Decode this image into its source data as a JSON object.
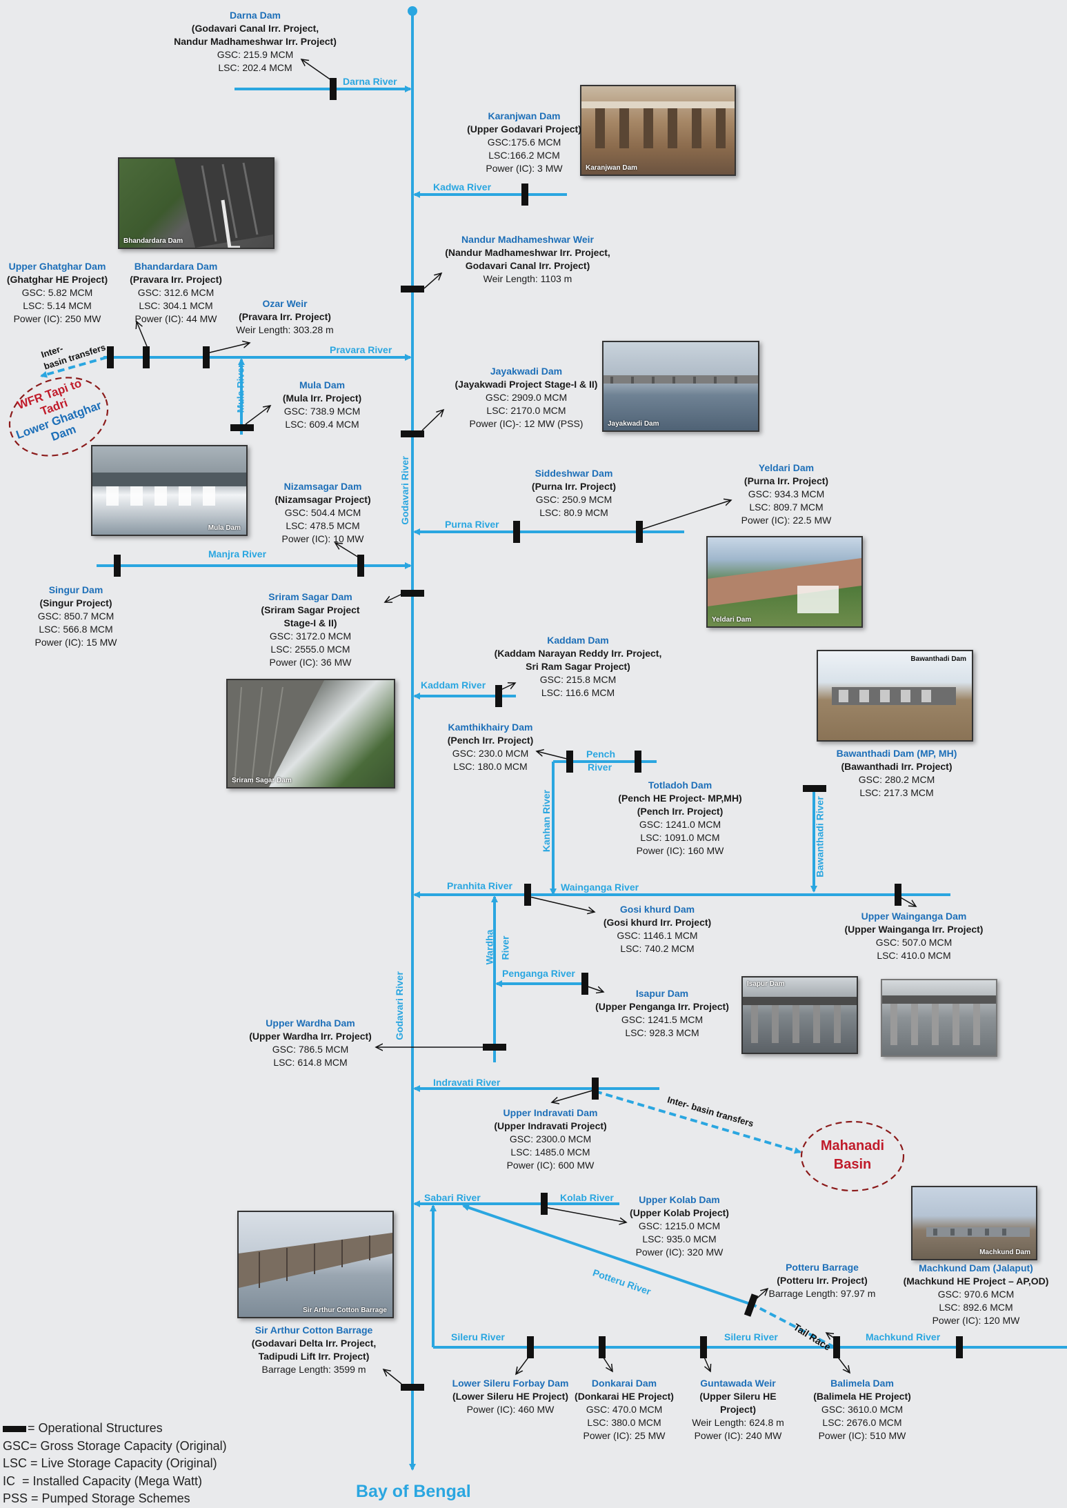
{
  "colors": {
    "river": "#2aa6e0",
    "title": "#1d6fb8",
    "basin_red": "#b0182a",
    "structure": "#111111"
  },
  "main_river": "Godavari River",
  "main_river_lower": "Godavari  River",
  "outlet": "Bay of Bengal",
  "rivers": {
    "darna": "Darna River",
    "kadwa": "Kadwa River",
    "pravara": "Pravara River",
    "mula": "Mula River",
    "purna": "Purna River",
    "manjra": "Manjra River",
    "kaddam": "Kaddam River",
    "pench_a": "Pench",
    "pench_b": "River",
    "kanhan": "Kanhan River",
    "bawanthadi": "Bawanthadi River",
    "pranhita": "Pranhita River",
    "wainganga": "Wainganga  River",
    "wardha_a": "Wardha",
    "wardha_b": "River",
    "penganga": "Penganga River",
    "indravati": "Indravati River",
    "sabari": "Sabari River",
    "kolab": "Kolab River",
    "potteru": "Potteru River",
    "tailrace": "Tail Race",
    "sileru1": "Sileru River",
    "sileru2": "Sileru River",
    "machkund": "Machkund River"
  },
  "transfers": {
    "west_a": "Inter-",
    "west_b": "basin transfers",
    "east": "Inter- basin transfers"
  },
  "basins": {
    "wfr": [
      "WFR Tapi to",
      "Tadri",
      "Lower Ghatghar",
      "Dam"
    ],
    "mahanadi": [
      "Mahanadi",
      "Basin"
    ]
  },
  "photos": {
    "karanjwan": "Karanjwan Dam",
    "bhandardara": "Bhandardara Dam",
    "jayakwadi": "Jayakwadi Dam",
    "mula": "Mula Dam",
    "yeldari": "Yeldari Dam",
    "sriram": "Sriram Sagar Dam",
    "bawanthadi": "Bawanthadi Dam",
    "isapur": "Isapur Dam",
    "machkund": "Machkund Dam",
    "cotton": "Sir Arthur Cotton Barrage"
  },
  "structures": {
    "darna": {
      "title": "Darna Dam",
      "project": [
        "(Godavari Canal Irr. Project,",
        "Nandur Madhameshwar Irr. Project)"
      ],
      "lines": [
        "GSC: 215.9 MCM",
        "LSC: 202.4 MCM"
      ]
    },
    "karanjwan": {
      "title": "Karanjwan Dam",
      "project": [
        "(Upper Godavari Project)"
      ],
      "lines": [
        "GSC:175.6 MCM",
        "LSC:166.2 MCM",
        "Power (IC): 3 MW"
      ]
    },
    "nandur": {
      "title": "Nandur Madhameshwar Weir",
      "project": [
        "(Nandur Madhameshwar Irr. Project,",
        "Godavari Canal Irr. Project)"
      ],
      "lines": [
        "Weir Length: 1103 m"
      ]
    },
    "ghatghar": {
      "title": "Upper Ghatghar Dam",
      "project": [
        "(Ghatghar HE Project)"
      ],
      "lines": [
        "GSC: 5.82 MCM",
        "LSC: 5.14 MCM",
        "Power (IC): 250 MW"
      ]
    },
    "bhandardara": {
      "title": "Bhandardara Dam",
      "project": [
        "(Pravara Irr. Project)"
      ],
      "lines": [
        "GSC: 312.6 MCM",
        "LSC: 304.1 MCM",
        "Power (IC): 44 MW"
      ]
    },
    "ozar": {
      "title": "Ozar Weir",
      "project": [
        "(Pravara Irr. Project)"
      ],
      "lines": [
        "Weir Length: 303.28  m"
      ]
    },
    "jayakwadi": {
      "title": "Jayakwadi Dam",
      "project": [
        "(Jayakwadi Project Stage-I & II)"
      ],
      "lines": [
        "GSC: 2909.0 MCM",
        "LSC: 2170.0 MCM",
        "Power (IC)-: 12 MW (PSS)"
      ]
    },
    "mula": {
      "title": "Mula Dam",
      "project": [
        "(Mula Irr. Project)"
      ],
      "lines": [
        "GSC: 738.9 MCM",
        "LSC: 609.4 MCM"
      ]
    },
    "siddheshwar": {
      "title": "Siddeshwar Dam",
      "project": [
        "(Purna Irr. Project)"
      ],
      "lines": [
        "GSC: 250.9 MCM",
        "LSC: 80.9 MCM"
      ]
    },
    "yeldari": {
      "title": "Yeldari Dam",
      "project": [
        "(Purna Irr. Project)"
      ],
      "lines": [
        "GSC: 934.3 MCM",
        "LSC: 809.7 MCM",
        "Power (IC): 22.5 MW"
      ]
    },
    "nizamsagar": {
      "title": "Nizamsagar Dam",
      "project": [
        "(Nizamsagar Project)"
      ],
      "lines": [
        "GSC: 504.4 MCM",
        "LSC: 478.5 MCM",
        "Power (IC): 10 MW"
      ]
    },
    "singur": {
      "title": "Singur Dam",
      "project": [
        "(Singur Project)"
      ],
      "lines": [
        "GSC: 850.7 MCM",
        "LSC: 566.8 MCM",
        "Power (IC): 15 MW"
      ]
    },
    "sriram": {
      "title": "Sriram Sagar Dam",
      "project": [
        "(Sriram Sagar Project",
        "Stage-I & II)"
      ],
      "lines": [
        "GSC: 3172.0 MCM",
        "LSC: 2555.0 MCM",
        "Power (IC): 36 MW"
      ]
    },
    "kaddam": {
      "title": "Kaddam Dam",
      "project": [
        "(Kaddam Narayan Reddy Irr. Project,",
        "Sri Ram Sagar Project)"
      ],
      "lines": [
        "GSC: 215.8 MCM",
        "LSC: 116.6 MCM"
      ]
    },
    "kamthikhairy": {
      "title": "Kamthikhairy Dam",
      "project": [
        "(Pench Irr. Project)"
      ],
      "lines": [
        "GSC: 230.0 MCM",
        "LSC: 180.0 MCM"
      ]
    },
    "totladoh": {
      "title": "Totladoh Dam",
      "project": [
        "(Pench HE Project- MP,MH)",
        "(Pench Irr. Project)"
      ],
      "lines": [
        "GSC: 1241.0 MCM",
        "LSC: 1091.0 MCM",
        "Power (IC): 160 MW"
      ]
    },
    "bawanthadi": {
      "title": "Bawanthadi Dam (MP, MH)",
      "project": [
        "(Bawanthadi Irr. Project)"
      ],
      "lines": [
        "GSC: 280.2 MCM",
        "LSC: 217.3 MCM"
      ]
    },
    "gosikhurd": {
      "title": "Gosi khurd Dam",
      "project": [
        "(Gosi khurd Irr. Project)"
      ],
      "lines": [
        "GSC: 1146.1 MCM",
        "LSC: 740.2 MCM"
      ]
    },
    "upperwainganga": {
      "title": "Upper Wainganga Dam",
      "project": [
        "(Upper Wainganga Irr. Project)"
      ],
      "lines": [
        "GSC: 507.0 MCM",
        "LSC: 410.0 MCM"
      ]
    },
    "isapur": {
      "title": "Isapur Dam",
      "project": [
        "(Upper Penganga Irr. Project)"
      ],
      "lines": [
        "GSC: 1241.5 MCM",
        "LSC: 928.3 MCM"
      ]
    },
    "upperwardha": {
      "title": "Upper Wardha Dam",
      "project": [
        "(Upper Wardha Irr. Project)"
      ],
      "lines": [
        "GSC: 786.5 MCM",
        "LSC: 614.8 MCM"
      ]
    },
    "upperindravati": {
      "title": "Upper Indravati Dam",
      "project": [
        "(Upper Indravati Project)"
      ],
      "lines": [
        "GSC: 2300.0 MCM",
        "LSC: 1485.0 MCM",
        "Power (IC): 600 MW"
      ]
    },
    "upperkolab": {
      "title": "Upper Kolab Dam",
      "project": [
        "(Upper Kolab Project)"
      ],
      "lines": [
        "GSC: 1215.0 MCM",
        "LSC: 935.0 MCM",
        "Power (IC): 320 MW"
      ]
    },
    "potteru": {
      "title": "Potteru Barrage",
      "project": [
        "(Potteru Irr. Project)"
      ],
      "lines": [
        "Barrage Length: 97.97 m"
      ]
    },
    "machkund": {
      "title": "Machkund Dam (Jalaput)",
      "project": [
        "(Machkund HE Project – AP,OD)"
      ],
      "lines": [
        "GSC: 970.6 MCM",
        "LSC: 892.6 MCM",
        "Power (IC): 120 MW"
      ]
    },
    "cotton": {
      "title": "Sir Arthur Cotton Barrage",
      "project": [
        "(Godavari Delta Irr. Project,",
        "Tadipudi Lift Irr. Project)"
      ],
      "lines": [
        "Barrage Length: 3599 m"
      ]
    },
    "lowersileru": {
      "title": "Lower Sileru Forbay Dam",
      "project": [
        "(Lower Sileru HE Project)"
      ],
      "lines": [
        "Power (IC): 460 MW"
      ]
    },
    "donkarai": {
      "title": "Donkarai Dam",
      "project": [
        "(Donkarai HE Project)"
      ],
      "lines": [
        "GSC: 470.0 MCM",
        "LSC: 380.0 MCM",
        "Power (IC): 25 MW"
      ]
    },
    "guntawada": {
      "title": "Guntawada Weir",
      "project": [
        "(Upper Sileru HE",
        "Project)"
      ],
      "lines": [
        "Weir Length: 624.8 m",
        "Power (IC): 240 MW"
      ]
    },
    "balimela": {
      "title": "Balimela Dam",
      "project": [
        "(Balimela HE Project)"
      ],
      "lines": [
        "GSC: 3610.0 MCM",
        "LSC: 2676.0 MCM",
        "Power (IC): 510 MW"
      ]
    }
  },
  "legend": [
    {
      "key": "",
      "text": "= Operational Structures"
    },
    {
      "key": "GSC",
      "text": "= Gross Storage Capacity (Original)"
    },
    {
      "key": "LSC",
      "text": " = Live Storage Capacity (Original)"
    },
    {
      "key": "IC",
      "text": "  = Installed Capacity (Mega Watt)"
    },
    {
      "key": "PSS",
      "text": " = Pumped Storage Schemes"
    }
  ]
}
